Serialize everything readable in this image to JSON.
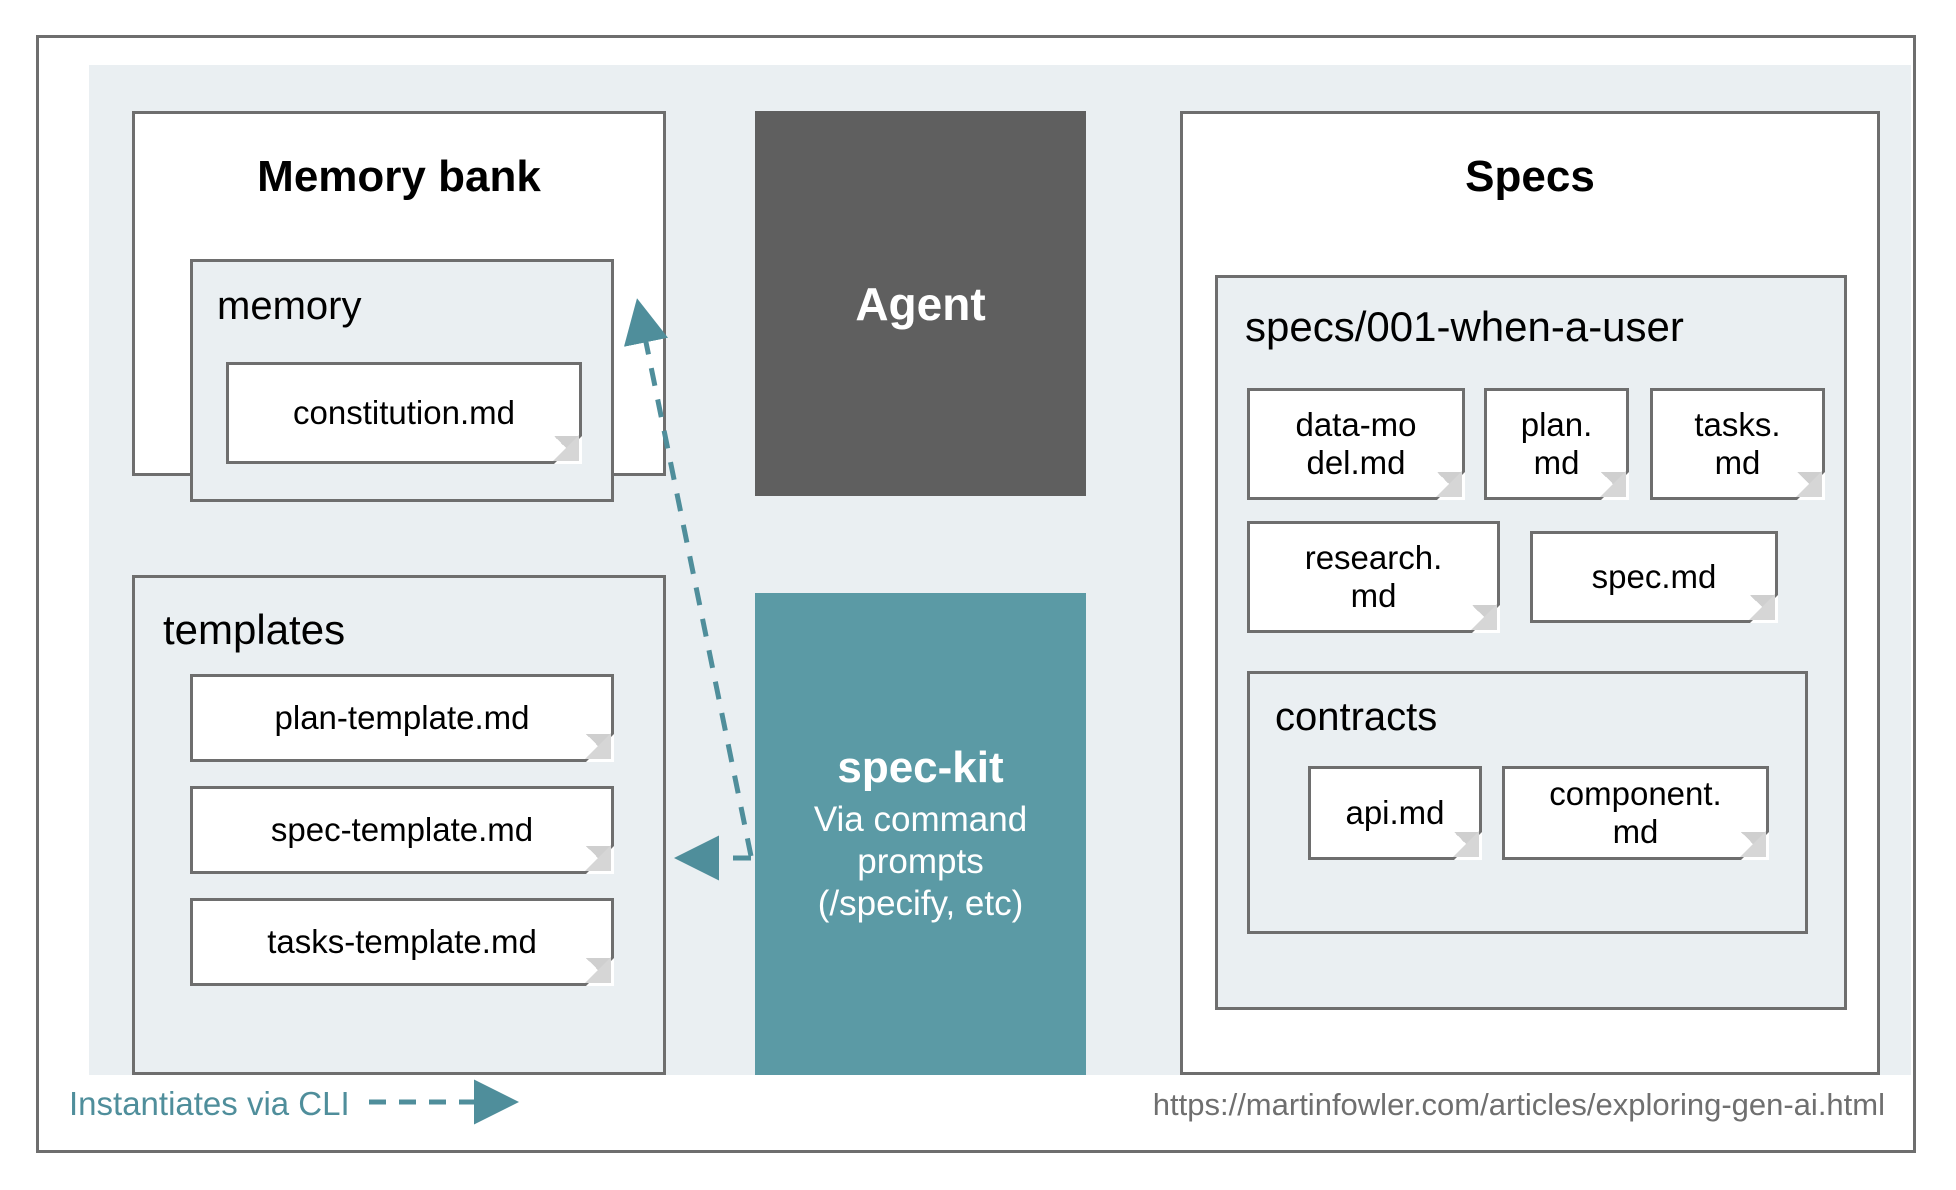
{
  "colors": {
    "panel_bg": "#eaeff2",
    "border": "#6e6e6e",
    "agent_fill": "#5f5f5f",
    "speckit_fill": "#5b9aa5",
    "accent_teal": "#4f8e9b",
    "note_fill": "#ffffff",
    "url_text": "#6f6f6f"
  },
  "memory_bank": {
    "title": "Memory bank",
    "memory_folder": {
      "label": "memory",
      "files": [
        {
          "name": "constitution.md"
        }
      ]
    }
  },
  "templates": {
    "label": "templates",
    "files": [
      {
        "name": "plan-template.md"
      },
      {
        "name": "spec-template.md"
      },
      {
        "name": "tasks-template.md"
      }
    ]
  },
  "agent": {
    "label": "Agent"
  },
  "speckit": {
    "title": "spec-kit",
    "subtitle": "Via command prompts\n(/specify, etc)"
  },
  "specs": {
    "title": "Specs",
    "feature_folder": {
      "label": "specs/001-when-a-user",
      "files": [
        {
          "name": "data-mo\ndel.md"
        },
        {
          "name": "plan.\nmd"
        },
        {
          "name": "tasks.\nmd"
        },
        {
          "name": "research.\nmd"
        },
        {
          "name": "spec.md"
        }
      ],
      "contracts": {
        "label": "contracts",
        "files": [
          {
            "name": "api.md"
          },
          {
            "name": "component.\nmd"
          }
        ]
      }
    }
  },
  "legend": {
    "label": "Instantiates via CLI",
    "line_style": "dashed-arrow"
  },
  "footer": {
    "url": "https://martinfowler.com/articles/exploring-gen-ai.html"
  }
}
